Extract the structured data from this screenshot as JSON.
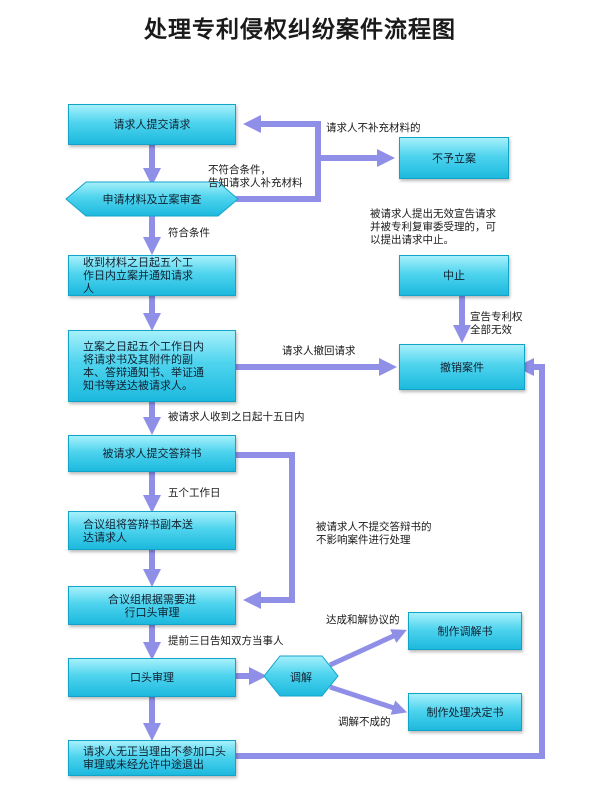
{
  "title": "处理专利侵权纠纷案件流程图",
  "nodes": {
    "submit_request": "请求人提交请求",
    "review": "申请材料及立案审查",
    "reject": "不予立案",
    "register": "收到材料之日起五个工作日内立案并通知请求人",
    "send_docs": "立案之日起五个工作日内将请求书及其附件的副本、答辩通知书、举证通知书等送达被请求人。",
    "suspend": "中止",
    "revoke": "撤销案件",
    "defense": "被请求人提交答辩书",
    "forward_defense": "合议组将答辩书副本送达请求人",
    "panel_decide": "合议组根据需要进行口头审理",
    "oral_hearing": "口头审理",
    "mediation": "调解",
    "mediation_doc": "制作调解书",
    "decision_doc": "制作处理决定书",
    "no_show": "请求人无正当理由不参加口头审理或未经允许中途退出"
  },
  "labels": {
    "no_supplement": "请求人不补充材料的",
    "not_qualified": "不符合条件，\n告知请求人补充材料",
    "qualified": "符合条件",
    "invalidation": "被请求人提出无效宣告请求\n并被专利复审委受理的，可\n以提出请求中止。",
    "patent_invalid": "宣告专利权\n全部无效",
    "withdraw": "请求人撤回请求",
    "within_15_days": "被请求人收到之日起十五日内",
    "five_workdays": "五个工作日",
    "no_defense": "被请求人不提交答辩书的\n不影响案件进行处理",
    "three_days_notice": "提前三日告知双方当事人",
    "agreement": "达成和解协议的",
    "no_agreement": "调解不成的"
  },
  "colors": {
    "arrow": "#8f8fe8",
    "box_top": "#a6f0fb",
    "box_bottom": "#1cb9de",
    "box_border": "#11a3c8"
  }
}
